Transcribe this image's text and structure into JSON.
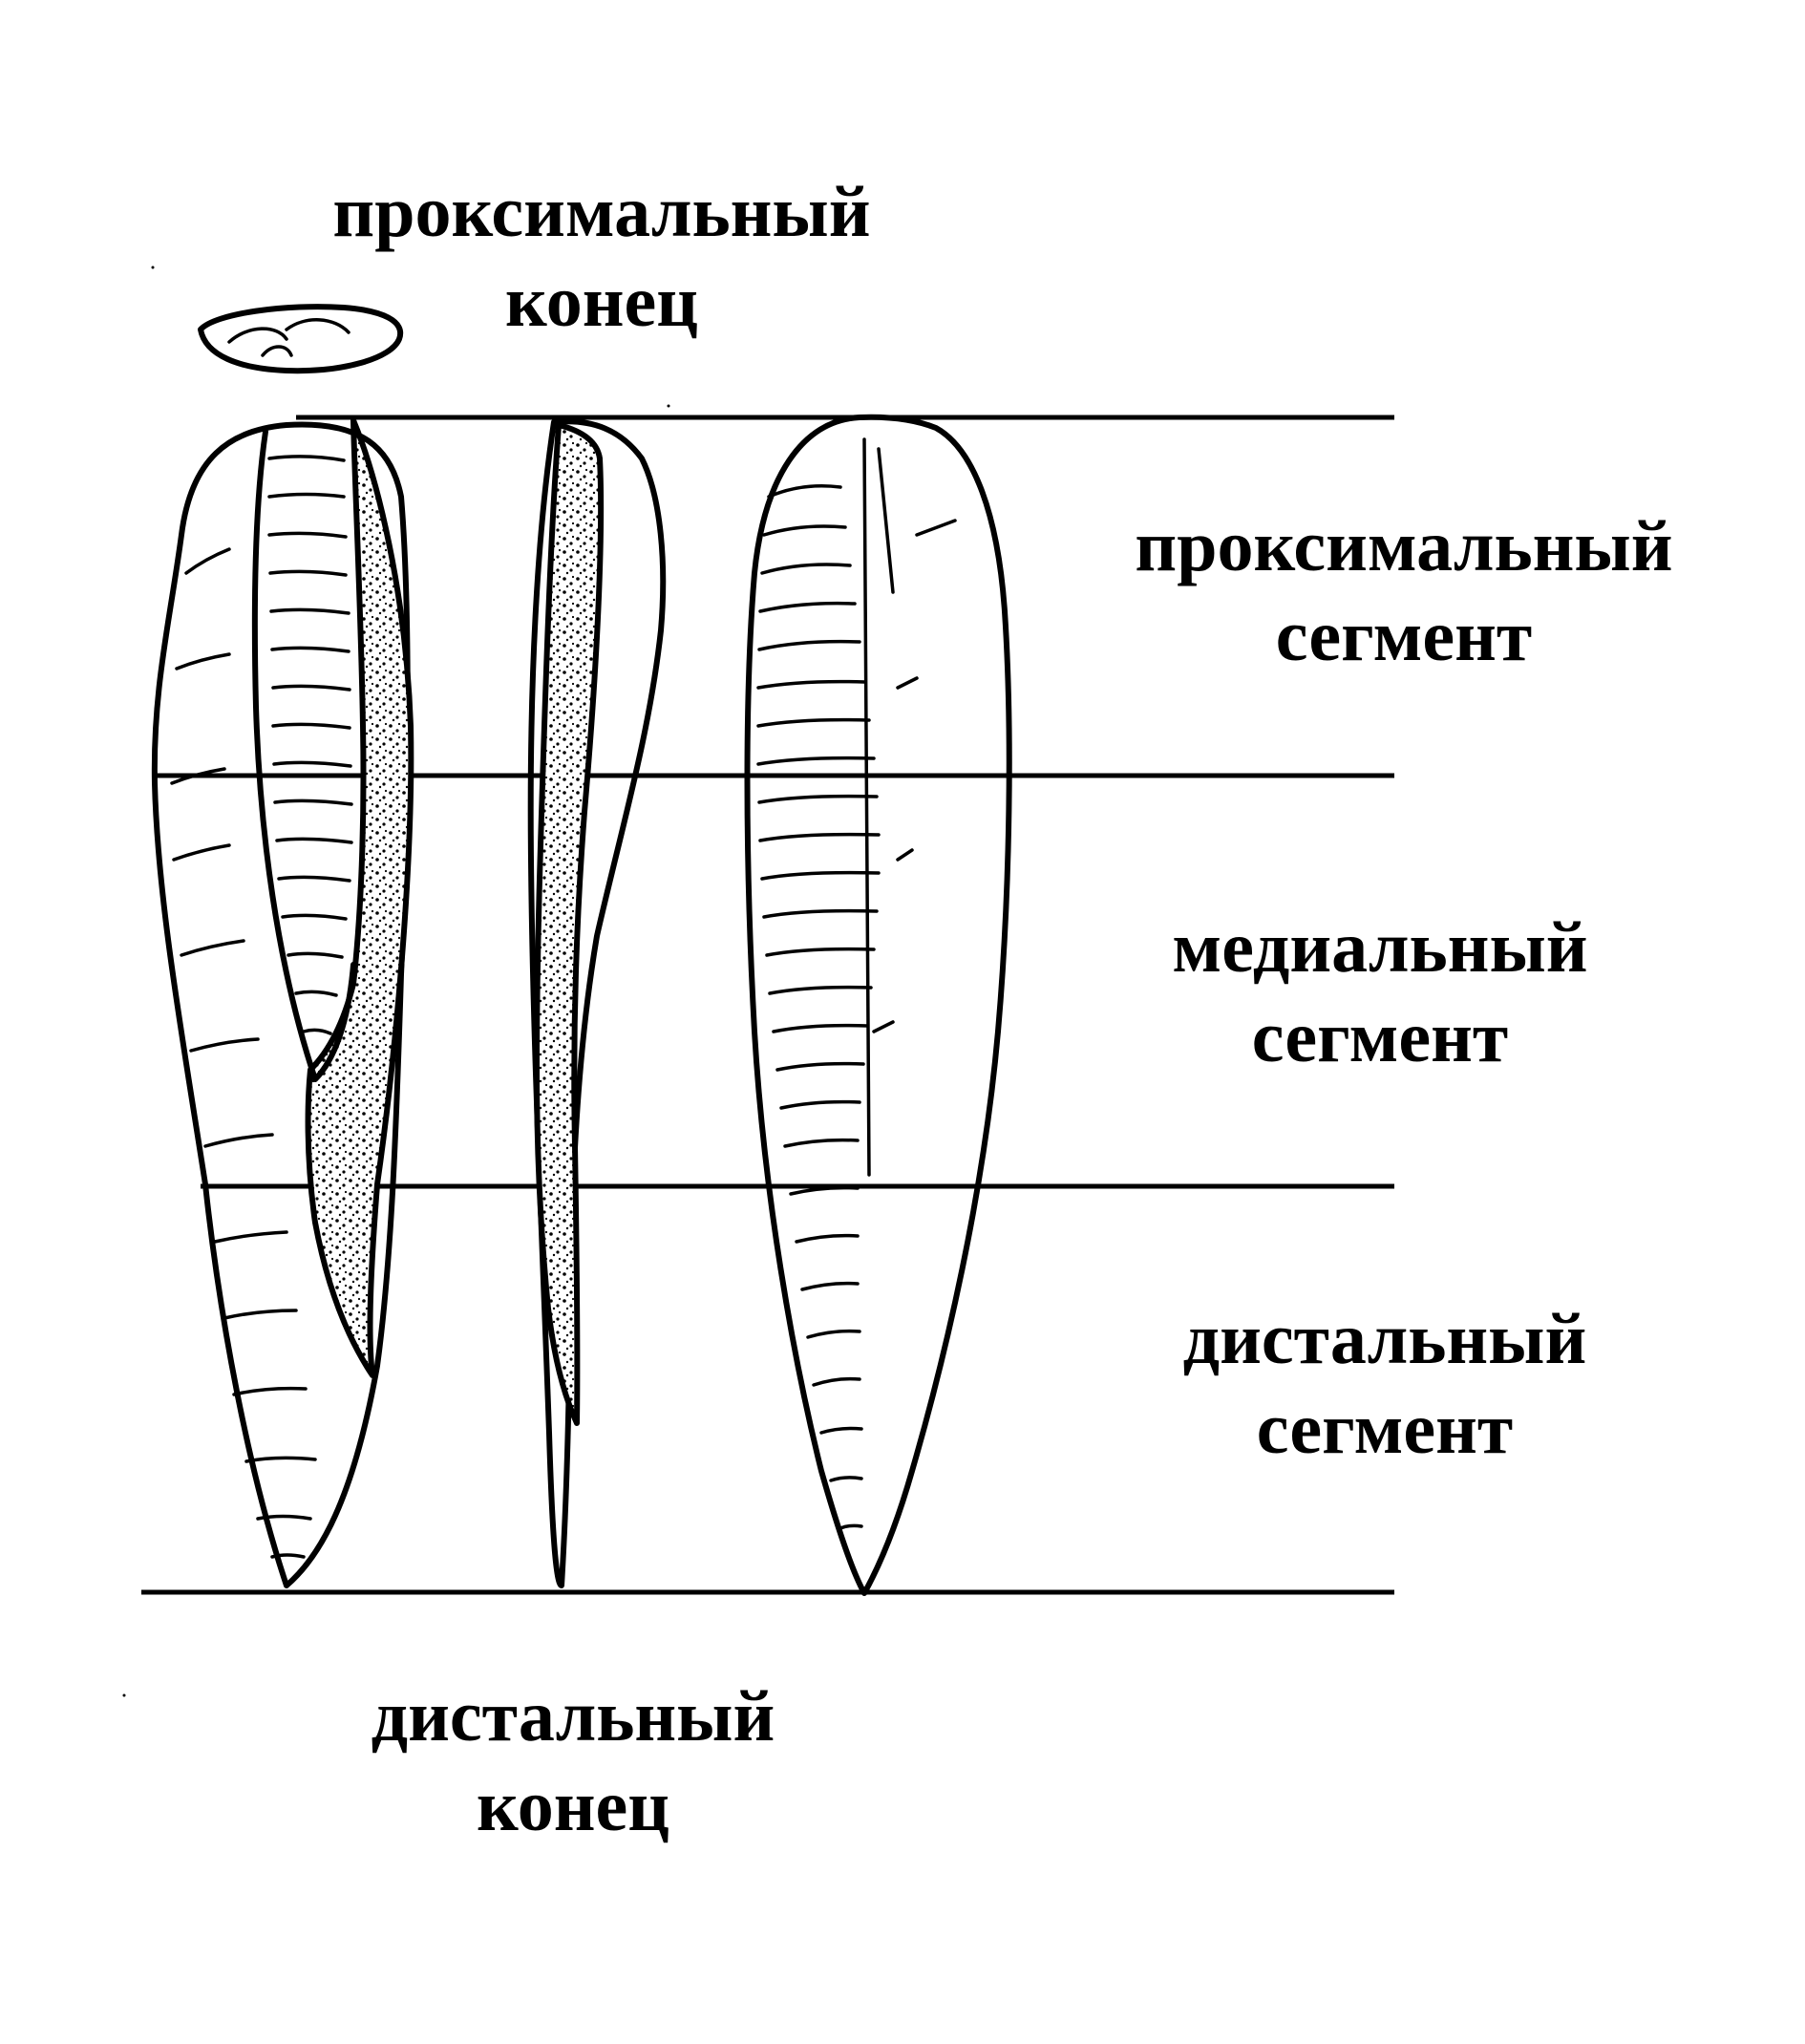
{
  "labels": {
    "proximal_end": {
      "line1": "проксимальный",
      "line2": "конец"
    },
    "proximal_segment": {
      "line1": "проксимальный",
      "line2": "сегмент"
    },
    "medial_segment": {
      "line1": "медиальный",
      "line2": "сегмент"
    },
    "distal_segment": {
      "line1": "дистальный",
      "line2": "сегмент"
    },
    "distal_end": {
      "line1": "дистальный",
      "line2": "конец"
    }
  }
}
